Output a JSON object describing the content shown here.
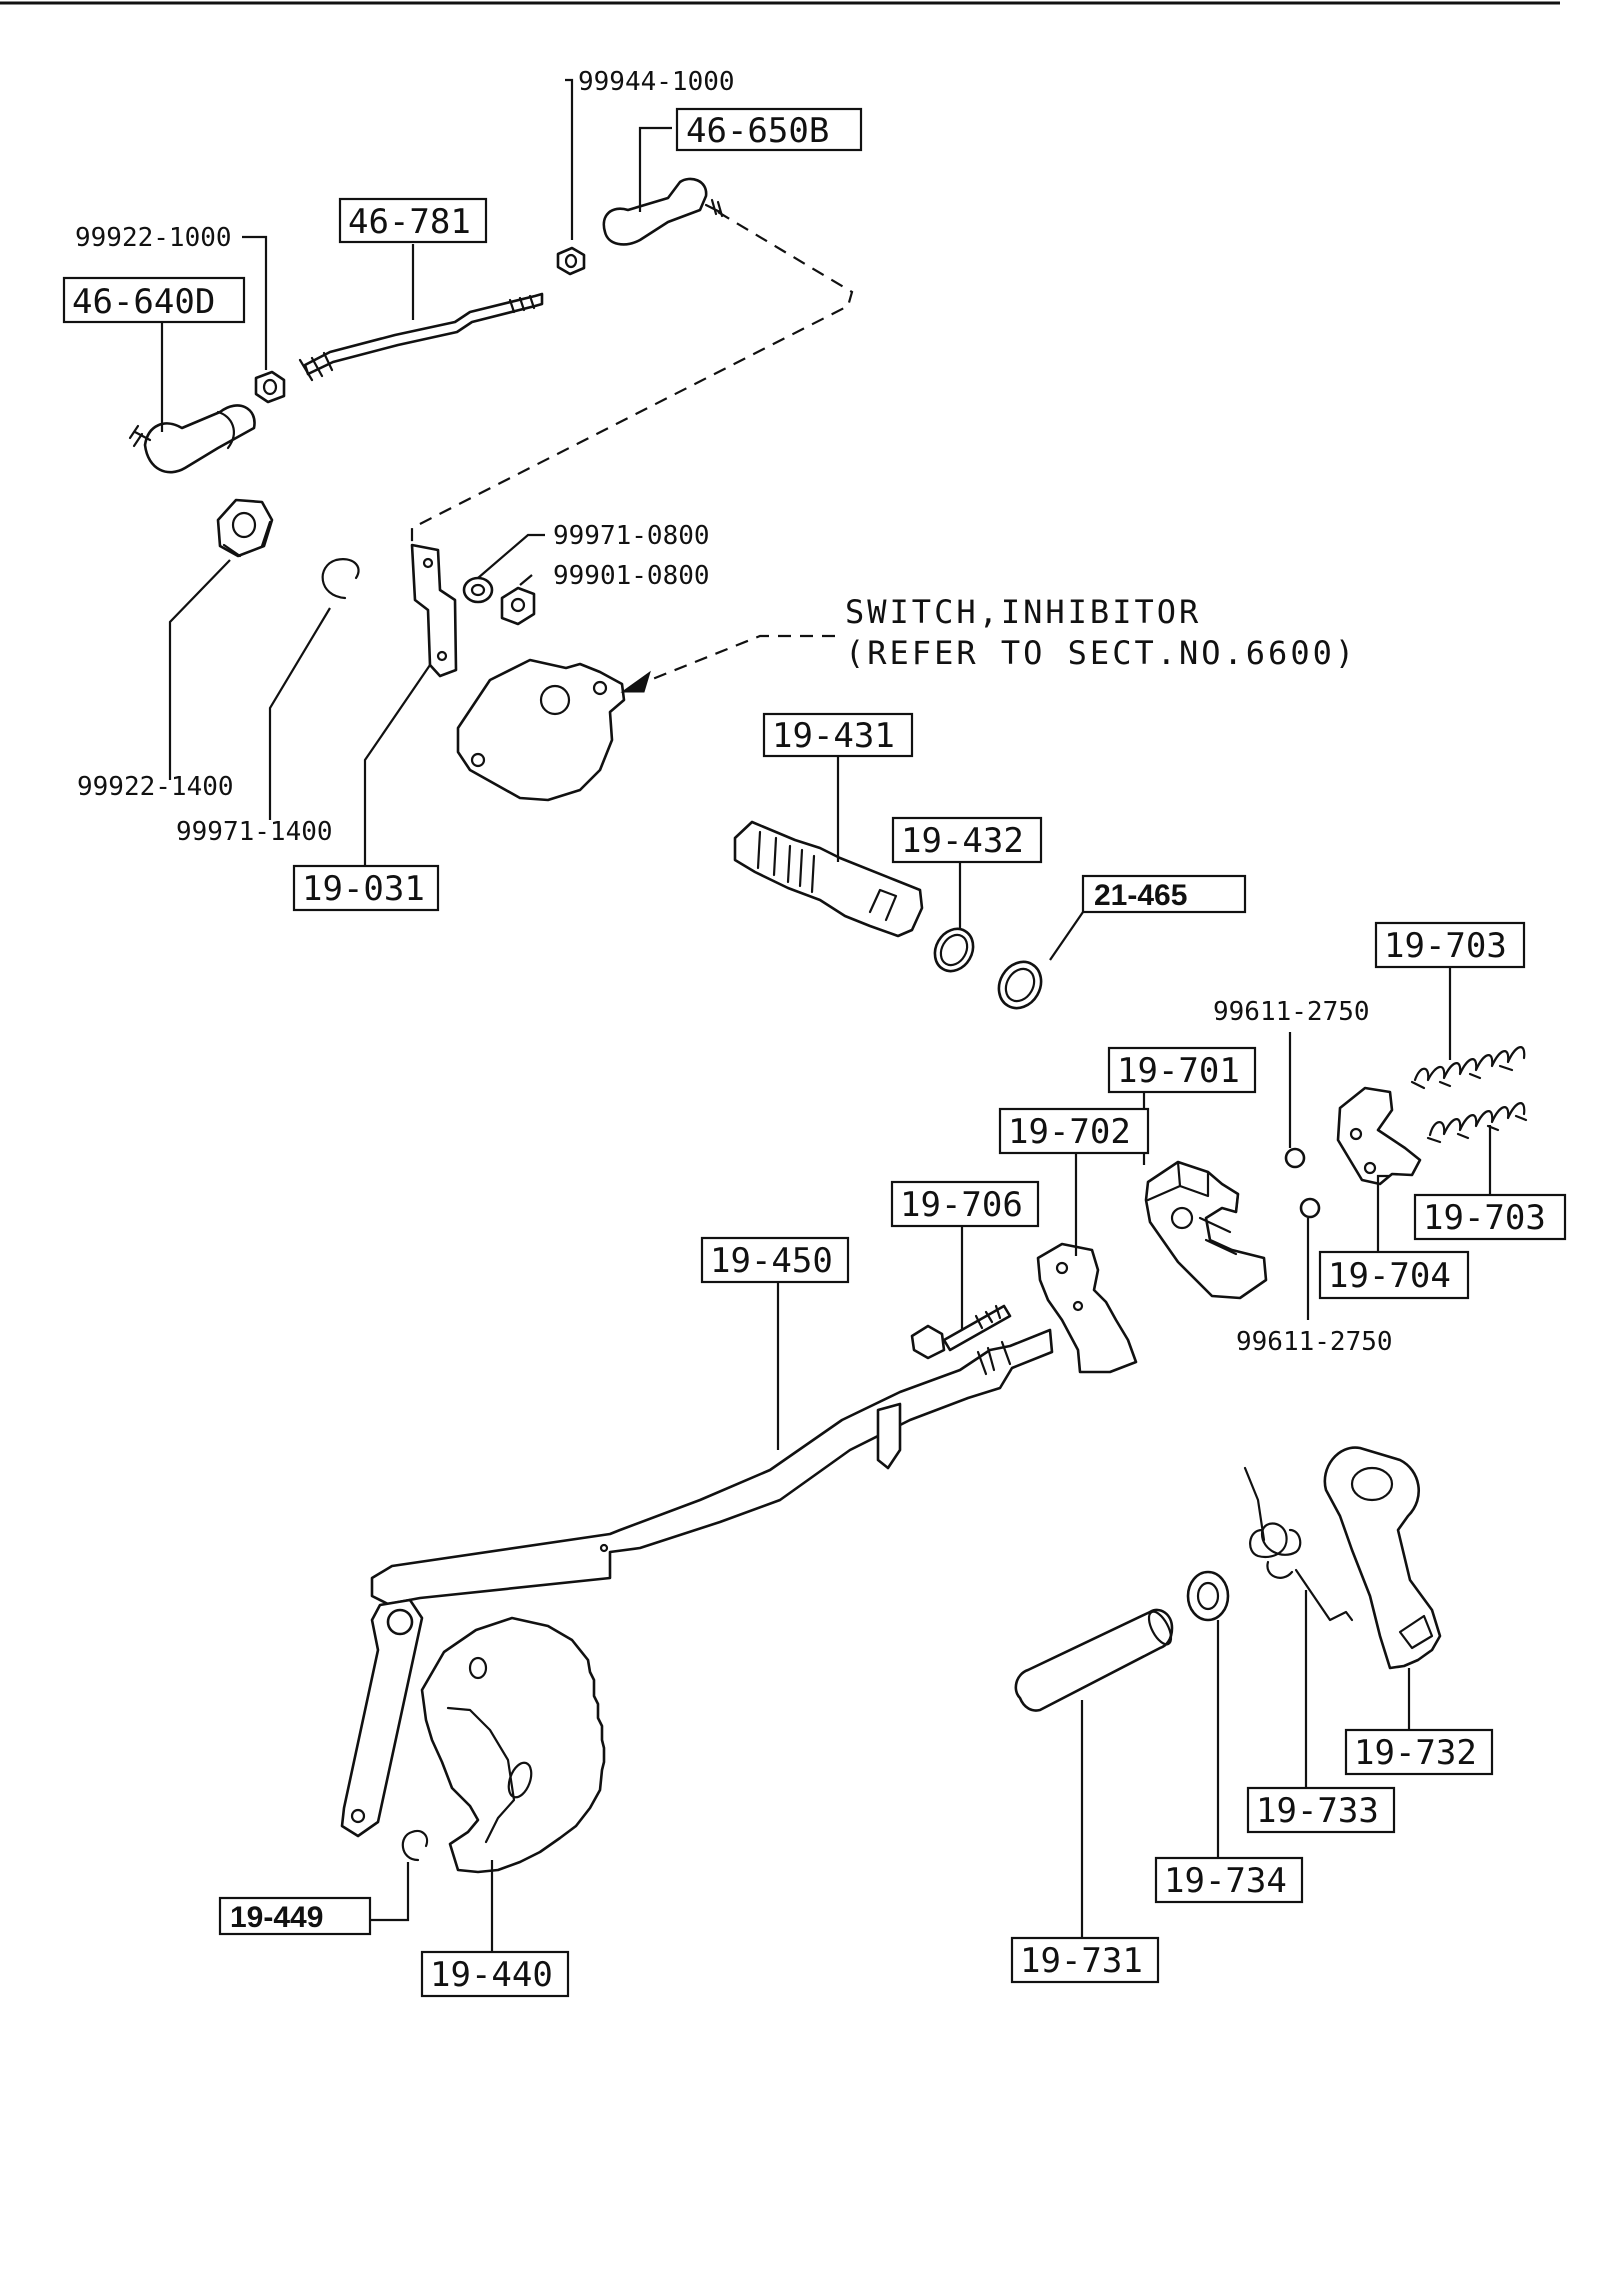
{
  "callouts": {
    "c_99944_1000": "99944-1000",
    "c_46_650B": "46-650B",
    "c_99922_1000": "99922-1000",
    "c_46_781": "46-781",
    "c_46_640D": "46-640D",
    "c_99971_0800": "99971-0800",
    "c_99901_0800": "99901-0800",
    "c_99922_1400": "99922-1400",
    "c_99971_1400": "99971-1400",
    "c_19_031": "19-031",
    "c_19_431": "19-431",
    "c_19_432": "19-432",
    "c_21_465": "21-465",
    "c_19_703_top": "19-703",
    "c_99611_2750_top": "99611-2750",
    "c_19_701": "19-701",
    "c_19_702": "19-702",
    "c_19_706": "19-706",
    "c_19_703_bottom": "19-703",
    "c_19_704": "19-704",
    "c_99611_2750_bottom": "99611-2750",
    "c_19_450": "19-450",
    "c_19_449": "19-449",
    "c_19_440": "19-440",
    "c_19_732": "19-732",
    "c_19_733": "19-733",
    "c_19_734": "19-734",
    "c_19_731": "19-731"
  },
  "notes": {
    "switch_line1": "SWITCH,INHIBITOR",
    "switch_line2": "(REFER TO SECT.NO.6600)"
  }
}
